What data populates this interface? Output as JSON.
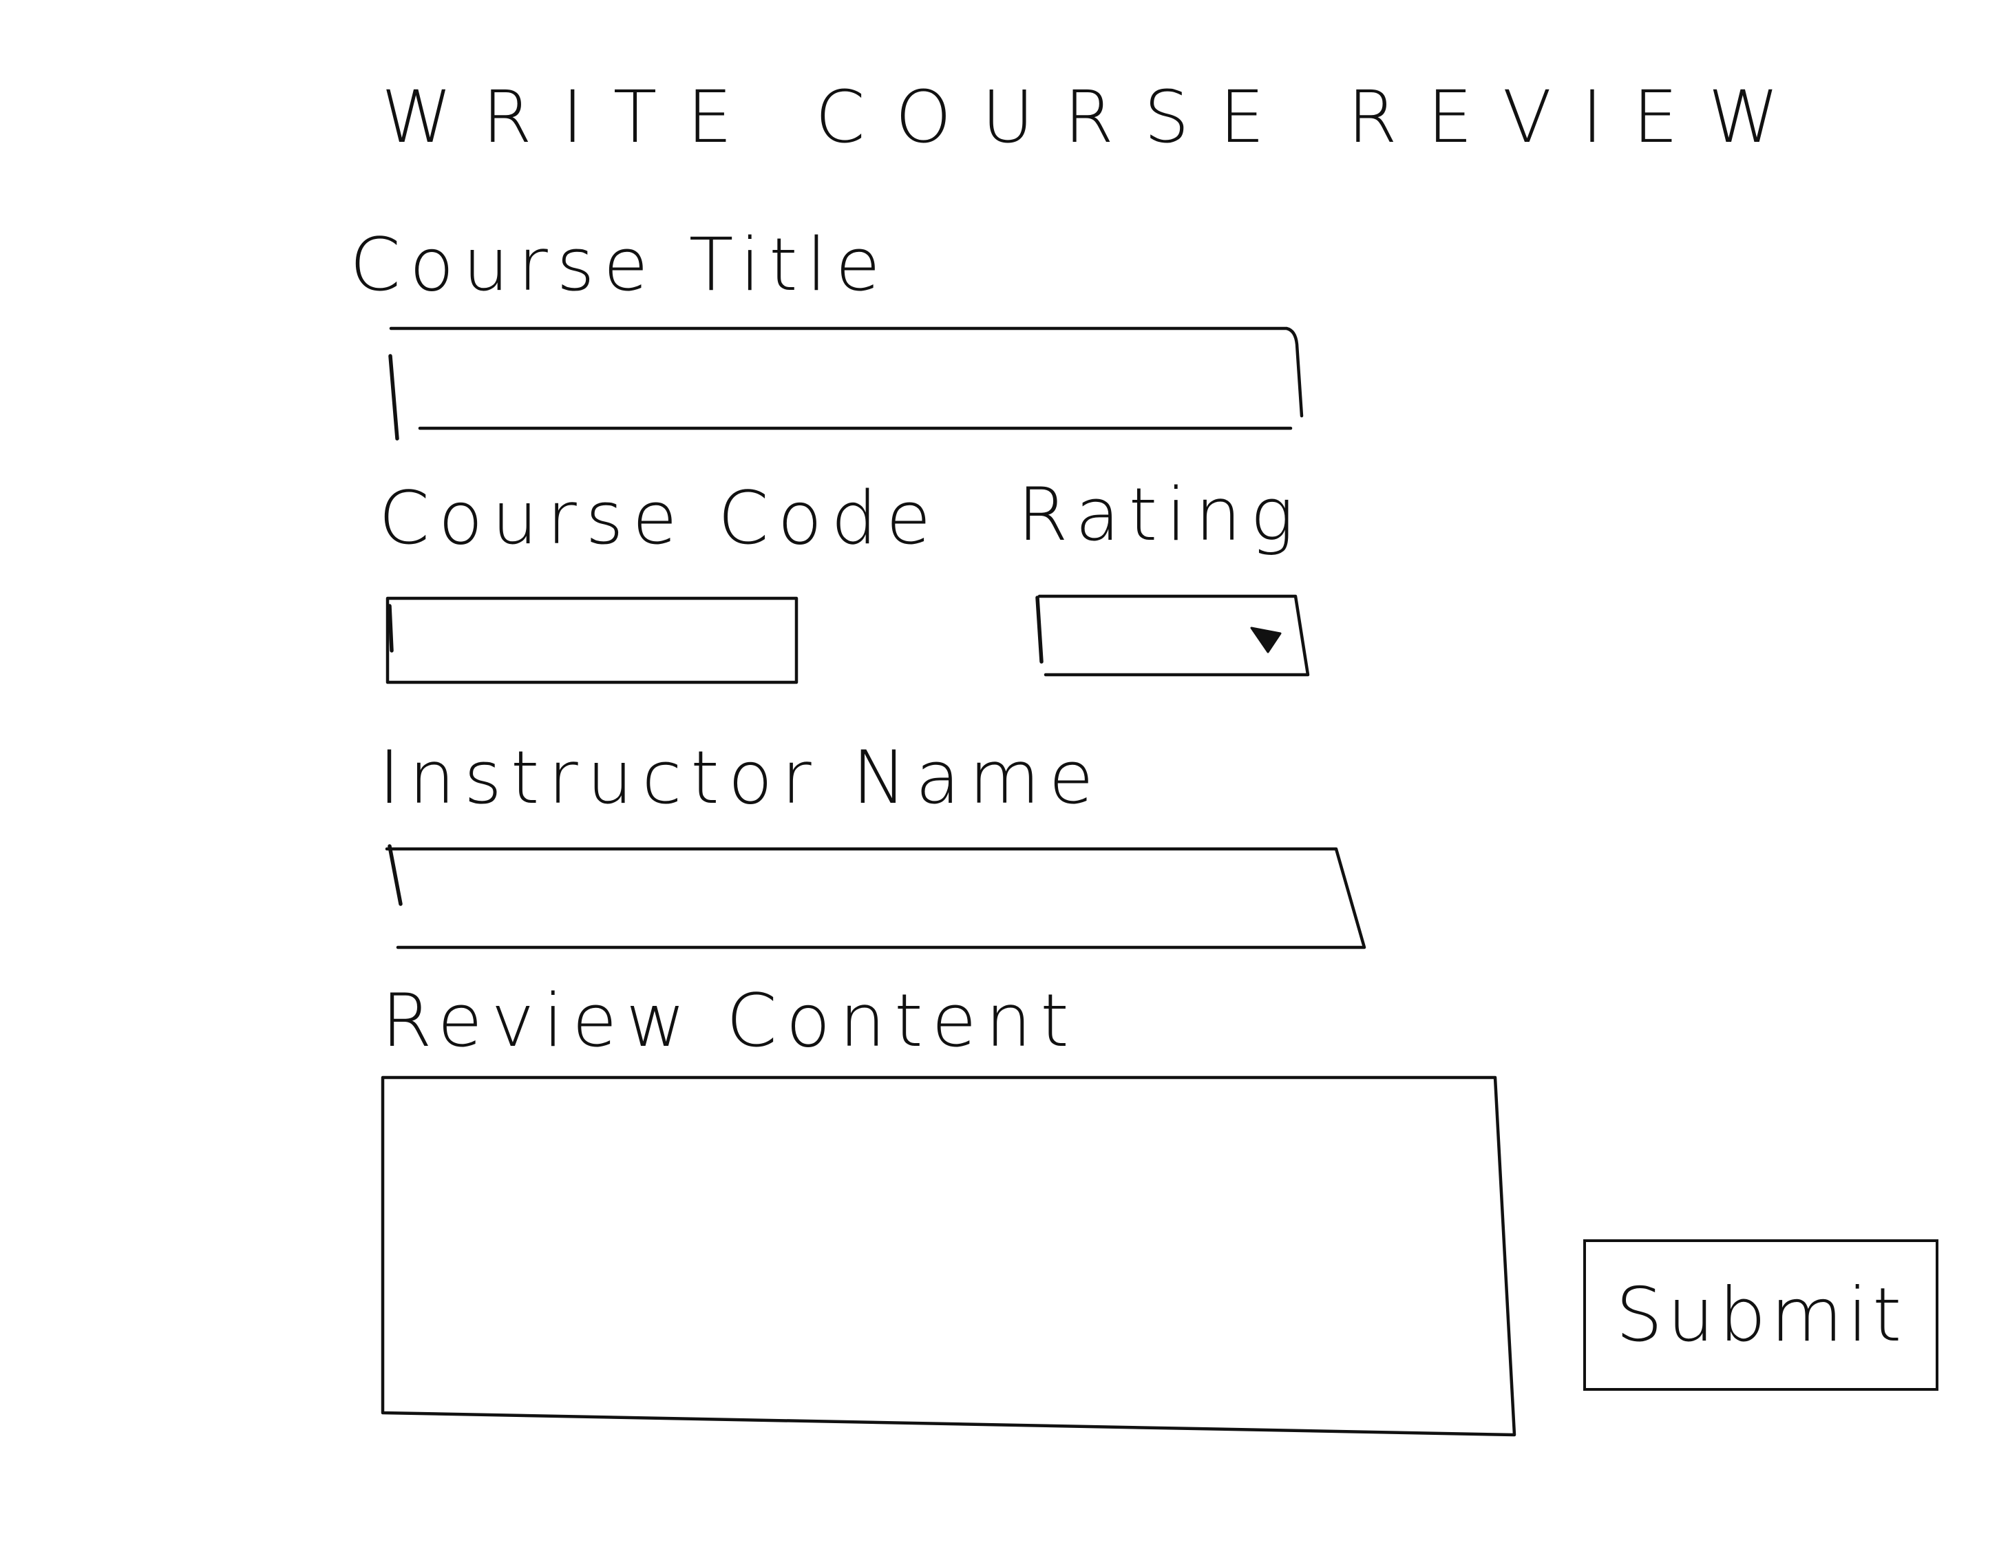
{
  "page": {
    "title": "Write Course Review"
  },
  "form": {
    "course_title": {
      "label": "Course Title",
      "value": ""
    },
    "course_code": {
      "label": "Course Code",
      "value": ""
    },
    "rating": {
      "label": "Rating",
      "selected": "",
      "icon": "dropdown-arrow-icon"
    },
    "instructor_name": {
      "label": "Instructor Name",
      "value": ""
    },
    "review_content": {
      "label": "Review Content",
      "value": ""
    },
    "submit_label": "Submit"
  }
}
